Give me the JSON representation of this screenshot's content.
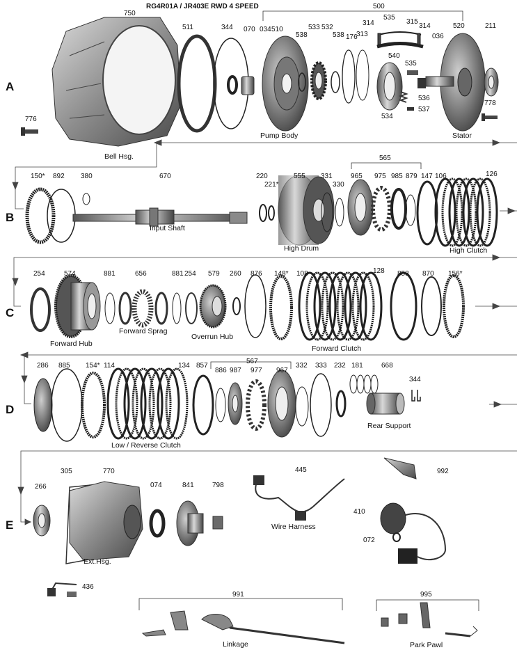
{
  "title": "RG4R01A / JR403E  RWD  4 SPEED",
  "rows": [
    "A",
    "B",
    "C",
    "D",
    "E"
  ],
  "captions": {
    "bell_hsg": "Bell Hsg.",
    "pump_body": "Pump Body",
    "stator": "Stator",
    "input_shaft": "Input Shaft",
    "high_drum": "High Drum",
    "high_clutch": "High Clutch",
    "forward_hub": "Forward Hub",
    "forward_sprag": "Forward Sprag",
    "overrun_hub": "Overrun Hub",
    "forward_clutch": "Forward Clutch",
    "low_reverse_clutch": "Low / Reverse Clutch",
    "rear_support": "Rear Support",
    "wire_harness": "Wire Harness",
    "ext_hsg": "Ext.Hsg.",
    "linkage": "Linkage",
    "park_pawl": "Park Pawl"
  },
  "part_numbers": {
    "a": [
      "750",
      "511",
      "344",
      "070",
      "034",
      "510",
      "538",
      "533",
      "532",
      "538",
      "176",
      "313",
      "314",
      "535",
      "315",
      "314",
      "036",
      "540",
      "535",
      "534",
      "536",
      "537",
      "520",
      "211",
      "778",
      "776",
      "500"
    ],
    "b": [
      "150*",
      "892",
      "380",
      "670",
      "220",
      "221*",
      "555",
      "331",
      "330",
      "965",
      "975",
      "985",
      "879",
      "147",
      "106",
      "126",
      "565"
    ],
    "c": [
      "254",
      "574",
      "881",
      "656",
      "881",
      "254",
      "579",
      "260",
      "876",
      "148*",
      "108",
      "128",
      "853",
      "870",
      "156*"
    ],
    "d": [
      "286",
      "885",
      "154*",
      "114",
      "134",
      "857",
      "886",
      "987",
      "977",
      "967",
      "332",
      "333",
      "232",
      "181",
      "668",
      "344",
      "567"
    ],
    "e": [
      "266",
      "305",
      "770",
      "074",
      "841",
      "798",
      "445",
      "992",
      "410",
      "072",
      "436",
      "991",
      "995"
    ]
  },
  "colors": {
    "line": "#333333",
    "metal": "#8c8c8c",
    "dark": "#2a2a2a"
  }
}
